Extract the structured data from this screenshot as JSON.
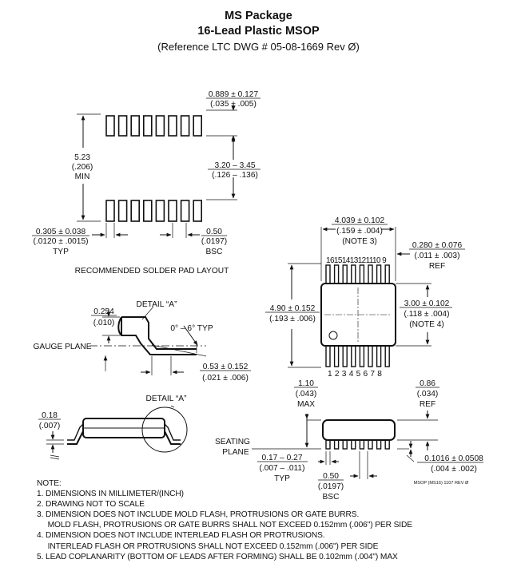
{
  "title": "MS Package",
  "subtitle": "16-Lead Plastic MSOP",
  "reference": "(Reference LTC DWG # 05-08-1669 Rev Ø)",
  "pad_layout": {
    "caption": "RECOMMENDED SOLDER PAD LAYOUT",
    "pad_len": "0.889 ± 0.127",
    "pad_len_in": "(.035 ± .005)",
    "span": "3.20 – 3.45",
    "span_in": "(.126 – .136)",
    "overall": "5.23",
    "overall_in": "(.206)",
    "overall_q": "MIN",
    "pad_w": "0.305 ± 0.038",
    "pad_w_in": "(.0120 ± .0015)",
    "pad_w_q": "TYP",
    "pitch": "0.50",
    "pitch_in": "(.0197)",
    "pitch_q": "BSC"
  },
  "top_view": {
    "body_w": "4.039 ± 0.102",
    "body_w_in": "(.159 ± .004)",
    "body_w_note": "(NOTE 3)",
    "lead_ref": "0.280 ± 0.076",
    "lead_ref_in": "(.011 ± .003)",
    "lead_ref_q": "REF",
    "total_w": "4.90 ± 0.152",
    "total_w_in": "(.193 ± .006)",
    "body_h": "3.00 ± 0.102",
    "body_h_in": "(.118 ± .004)",
    "body_h_note": "(NOTE 4)",
    "top_pins": "16151413121110 9",
    "bottom_pins": "1 2 3 4 5 6 7 8"
  },
  "detail_a": {
    "label": "DETAIL “A”",
    "thick": "0.254",
    "thick_in": "(.010)",
    "angle": "0° – 6° TYP",
    "gauge": "GAUGE PLANE",
    "foot": "0.53 ± 0.152",
    "foot_in": "(.021 ± .006)"
  },
  "side_view": {
    "detail_label": "DETAIL “A”",
    "lead_t": "0.18",
    "lead_t_in": "(.007)"
  },
  "end_view": {
    "height": "1.10",
    "height_in": "(.043)",
    "height_q": "MAX",
    "body_t": "0.86",
    "body_t_in": "(.034)",
    "body_t_q": "REF",
    "seating1": "SEATING",
    "seating2": "PLANE",
    "lead_w": "0.17 – 0.27",
    "lead_w_in": "(.007 – .011)",
    "lead_w_q": "TYP",
    "standoff": "0.1016 ± 0.0508",
    "standoff_in": "(.004 ± .002)",
    "pitch": "0.50",
    "pitch_in": "(.0197)",
    "pitch_q": "BSC",
    "code": "MSOP (MS16) 1107 REV Ø"
  },
  "notes": {
    "heading": "NOTE:",
    "lines": [
      "1. DIMENSIONS IN MILLIMETER/(INCH)",
      "2. DRAWING NOT TO SCALE",
      "3. DIMENSION DOES NOT INCLUDE MOLD FLASH, PROTRUSIONS OR GATE BURRS.",
      "    MOLD FLASH, PROTRUSIONS OR GATE BURRS SHALL NOT EXCEED 0.152mm (.006\") PER SIDE",
      "4. DIMENSION DOES NOT INCLUDE INTERLEAD FLASH OR PROTRUSIONS.",
      "    INTERLEAD FLASH OR PROTRUSIONS SHALL NOT EXCEED 0.152mm (.006\") PER SIDE",
      "5. LEAD COPLANARITY (BOTTOM OF LEADS AFTER FORMING) SHALL BE 0.102mm (.004\") MAX"
    ]
  }
}
